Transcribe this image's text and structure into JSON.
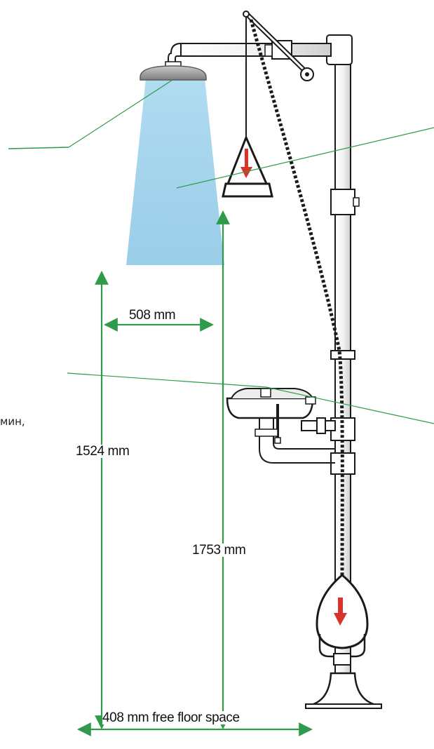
{
  "dimensions": {
    "shower_width": "508 mm",
    "eyewash_height": "1524 mm",
    "shower_height": "1753 mm",
    "floor_space": "408 mm free floor space"
  },
  "left_edge_text": {
    "fragment": "мин,"
  },
  "colors": {
    "dimension_arrow": "#2e9a4a",
    "callout_line": "#2e9a4a",
    "water_spray": "#9fd2ec",
    "pull_arrow": "#d8342c",
    "equipment_fill": "#ffffff",
    "equipment_stroke": "#1a1a1a",
    "shower_head": "#9a9a9a"
  },
  "icons": {
    "shower_head": "shower-head-icon",
    "pull_handle": "triangle-pull-handle-icon",
    "foot_pedal": "foot-treadle-icon",
    "eyewash_bowl": "eyewash-bowl-icon"
  }
}
